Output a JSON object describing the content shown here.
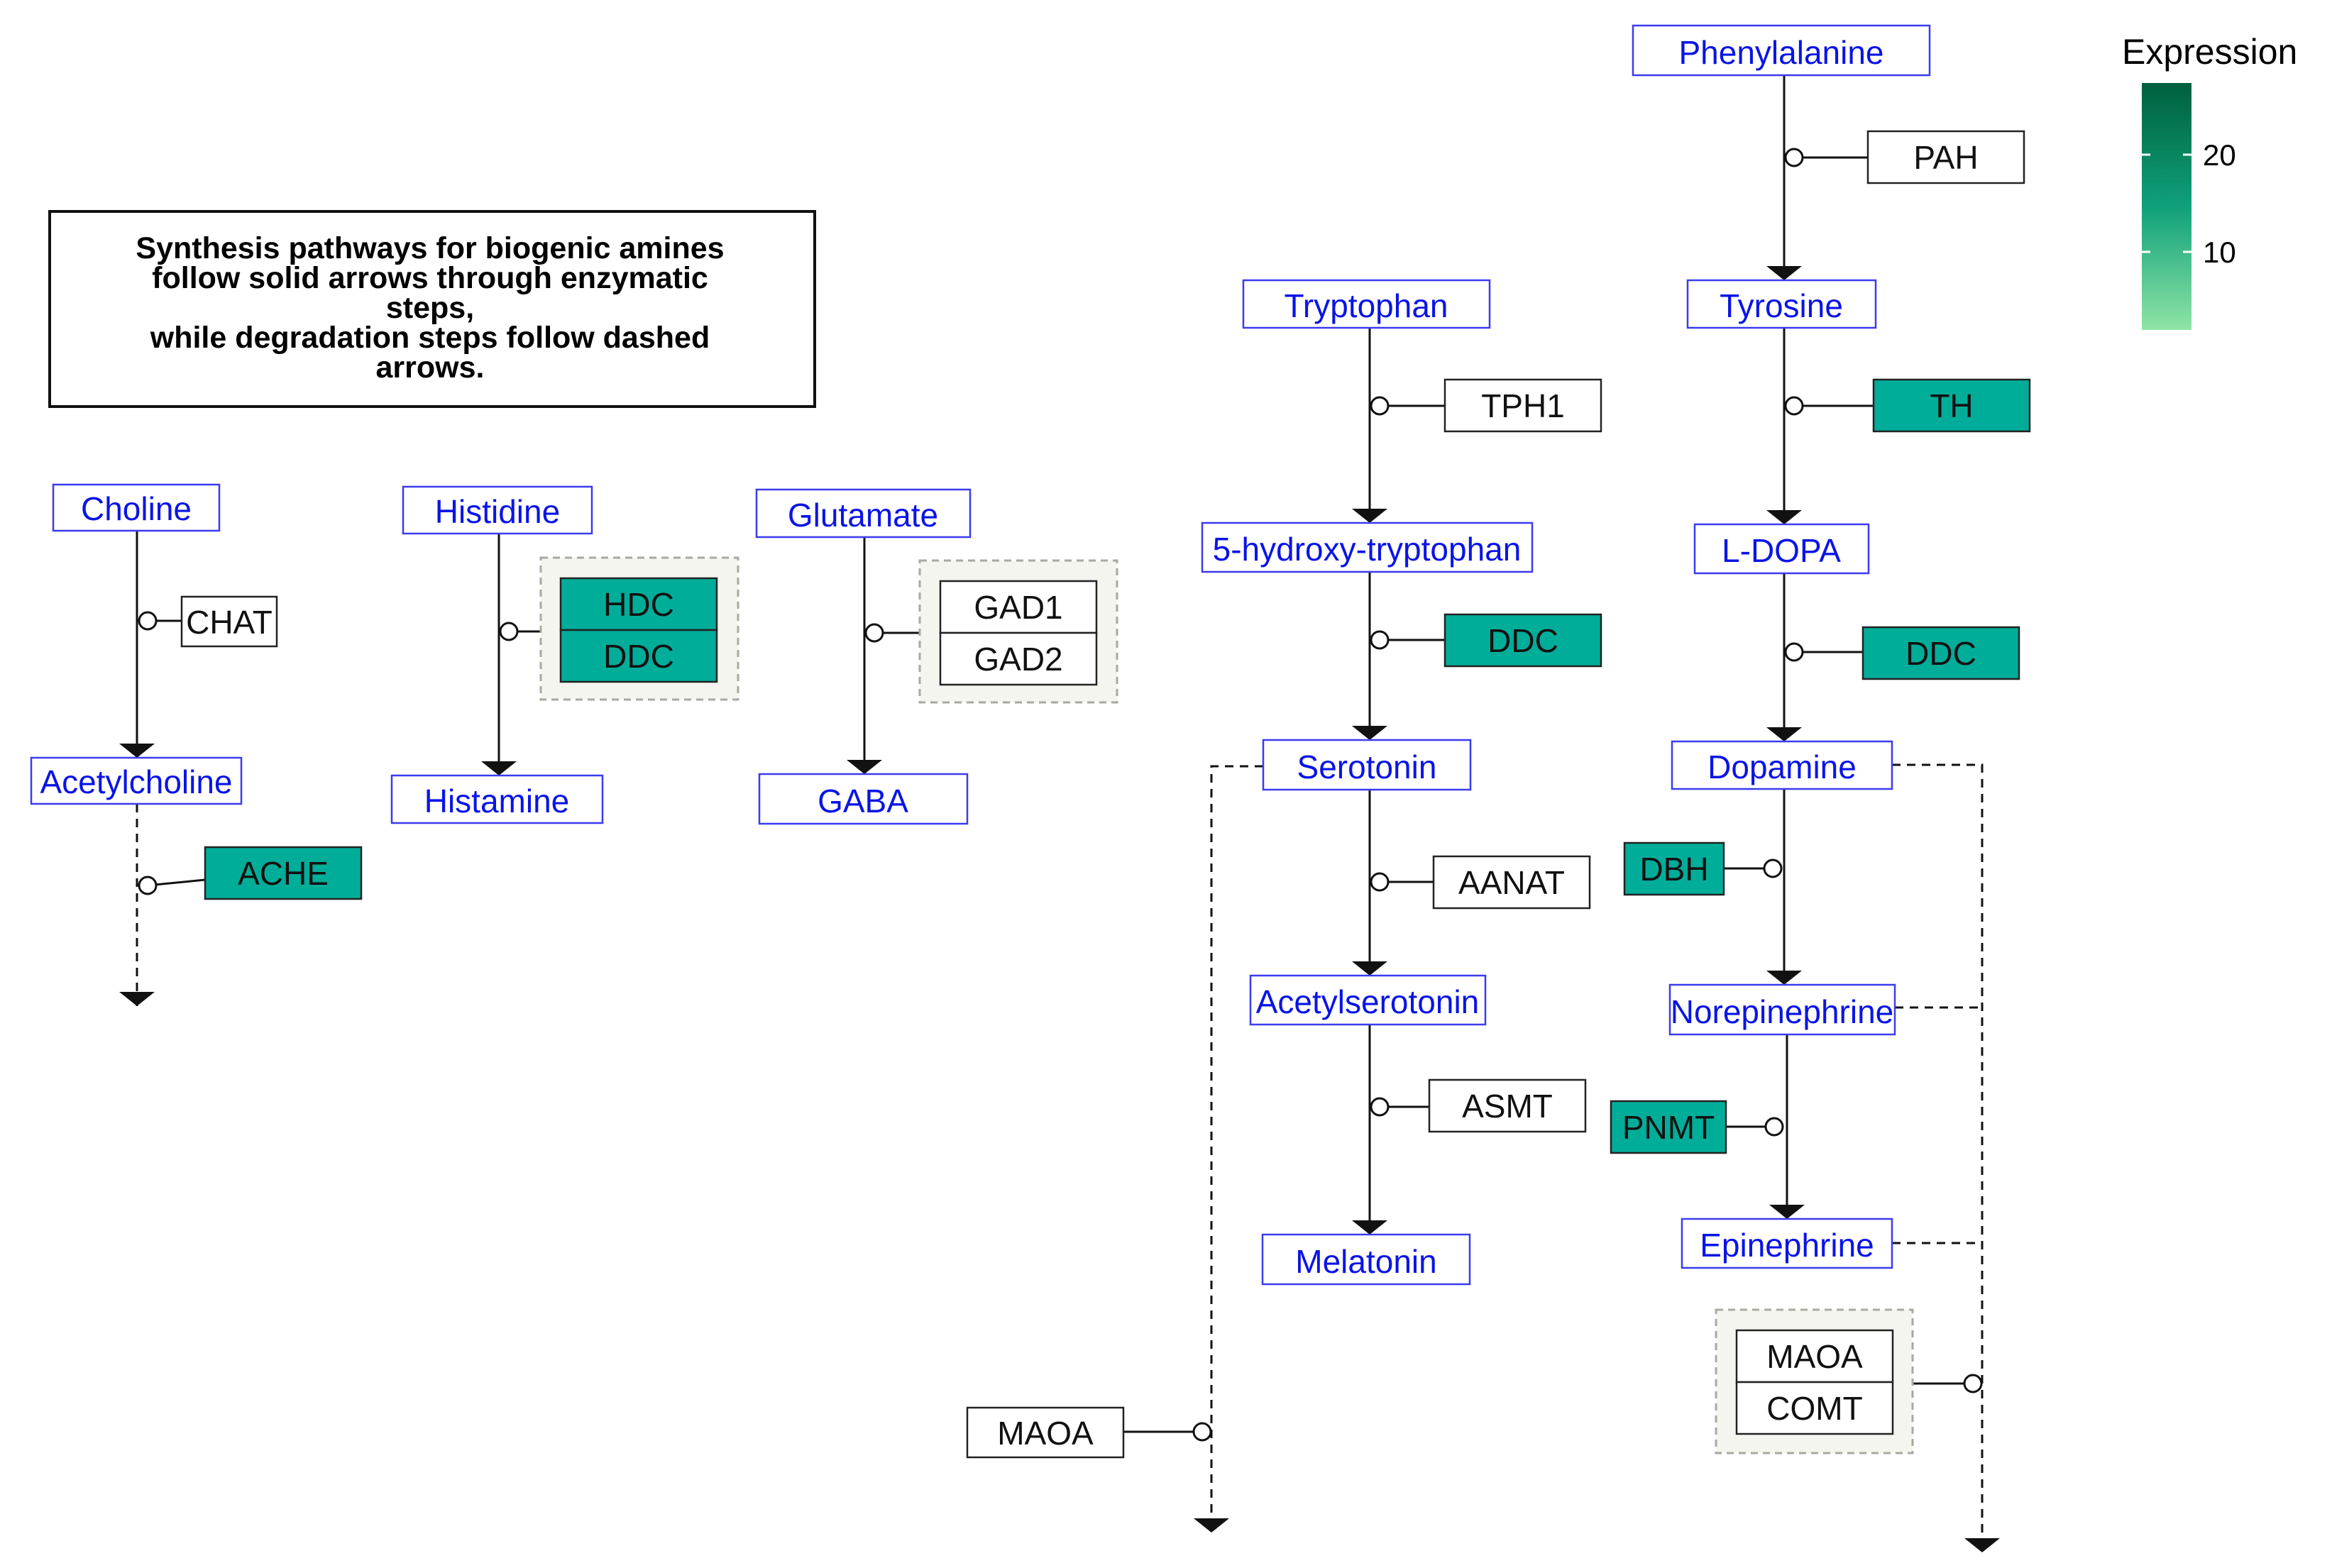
{
  "note": {
    "lines": [
      "Synthesis pathways for biogenic amines",
      "follow solid arrows through enzymatic",
      "steps,",
      "while degradation steps follow dashed",
      "arrows."
    ]
  },
  "legend": {
    "title": "Expression",
    "ticks": [
      {
        "label": "20",
        "value": 20
      },
      {
        "label": "10",
        "value": 10
      }
    ],
    "range": [
      2,
      28
    ],
    "color_low": "#8fe4a5",
    "color_mid": "#0fa07a",
    "color_high": "#00603e"
  },
  "colors": {
    "metabolite_border": "#3b3bf0",
    "metabolite_text": "#0a14e6",
    "expressed_gene": "#00ad99",
    "unexpressed_gene": "#ffffff"
  },
  "metabolites": {
    "choline": "Choline",
    "acetylcholine": "Acetylcholine",
    "histidine": "Histidine",
    "histamine": "Histamine",
    "glutamate": "Glutamate",
    "gaba": "GABA",
    "tryptophan": "Tryptophan",
    "hydroxytryptophan": "5-hydroxy-tryptophan",
    "serotonin": "Serotonin",
    "acetylserotonin": "Acetylserotonin",
    "melatonin": "Melatonin",
    "phenylalanine": "Phenylalanine",
    "tyrosine": "Tyrosine",
    "ldopa": "L-DOPA",
    "dopamine": "Dopamine",
    "norepinephrine": "Norepinephrine",
    "epinephrine": "Epinephrine"
  },
  "genes": {
    "chat": {
      "label": "CHAT",
      "expressed": false
    },
    "ache": {
      "label": "ACHE",
      "expressed": true
    },
    "hdc": {
      "label": "HDC",
      "expressed": true
    },
    "ddc_his": {
      "label": "DDC",
      "expressed": true
    },
    "gad1": {
      "label": "GAD1",
      "expressed": false
    },
    "gad2": {
      "label": "GAD2",
      "expressed": false
    },
    "tph1": {
      "label": "TPH1",
      "expressed": false
    },
    "ddc_trp": {
      "label": "DDC",
      "expressed": true
    },
    "aanat": {
      "label": "AANAT",
      "expressed": false
    },
    "asmt": {
      "label": "ASMT",
      "expressed": false
    },
    "maoa_ser": {
      "label": "MAOA",
      "expressed": false
    },
    "pah": {
      "label": "PAH",
      "expressed": false
    },
    "th": {
      "label": "TH",
      "expressed": true
    },
    "ddc_tyr": {
      "label": "DDC",
      "expressed": true
    },
    "dbh": {
      "label": "DBH",
      "expressed": true
    },
    "pnmt": {
      "label": "PNMT",
      "expressed": true
    },
    "maoa_cat": {
      "label": "MAOA",
      "expressed": false
    },
    "comt": {
      "label": "COMT",
      "expressed": false
    }
  }
}
